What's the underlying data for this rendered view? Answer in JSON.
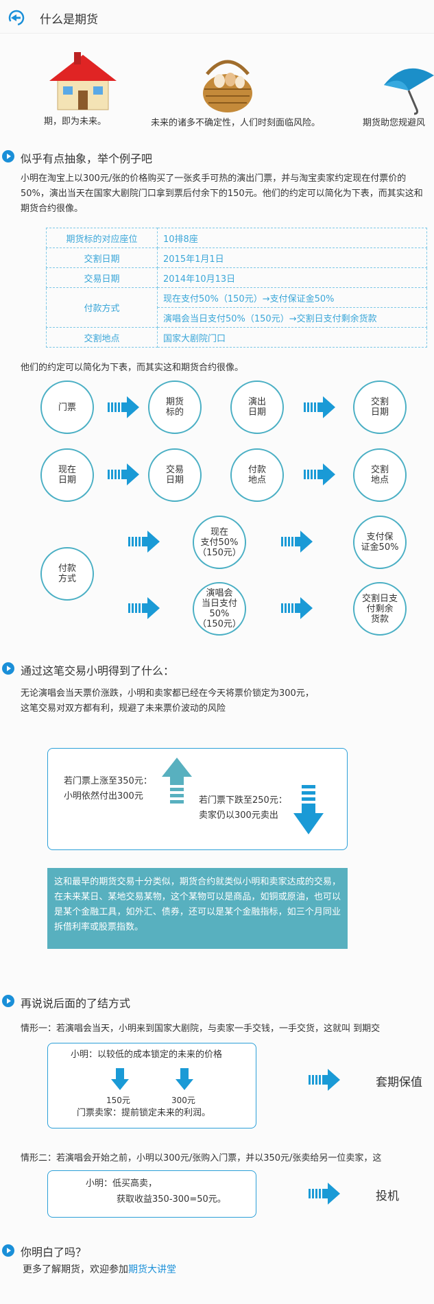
{
  "header": {
    "title": "什么是期货",
    "back_icon": "back-arrow-icon"
  },
  "intro": {
    "items": [
      {
        "icon": "house-icon",
        "caption": "期，即为未来。"
      },
      {
        "icon": "egg-basket-icon",
        "caption": "未来的诸多不确定性，人们时刻面临风险。"
      },
      {
        "icon": "umbrella-icon",
        "caption": "期货助您规避风"
      }
    ]
  },
  "section1": {
    "title": "似乎有点抽象，举个例子吧",
    "para": "小明在淘宝上以300元/张的价格购买了一张炙手可热的演出门票，并与淘宝卖家约定现在付票价的50%，演出当天在国家大剧院门口拿到票后付余下的150元。他们的约定可以简化为下表，而其实这和期货合约很像。",
    "table": {
      "rows": [
        {
          "key": "期货标的对应座位",
          "value": "10排8座"
        },
        {
          "key": "交割日期",
          "value": "2015年1月1日"
        },
        {
          "key": "交易日期",
          "value": "2014年10月13日"
        },
        {
          "key": "付款方式",
          "value": "现在支付50%（150元）→支付保证金50%",
          "value2": "演唱会当日支付50%（150元）→交割日支付剩余货款"
        },
        {
          "key": "交割地点",
          "value": "国家大剧院门口"
        }
      ]
    },
    "para2": "他们的约定可以简化为下表，而其实这和期货合约很像。",
    "diagram": {
      "c1": "门票",
      "c2": "期货\n标的",
      "c3": "演出\n日期",
      "c4": "交割\n日期",
      "c5": "现在\n日期",
      "c6": "交易\n日期",
      "c7": "付款\n地点",
      "c8": "交割\n地点",
      "c9": "付款\n方式",
      "c10": "现在\n支付50%\n（150元）",
      "c11": "支付保\n证金50%",
      "c12": "演唱会\n当日支付\n50%\n（150元）",
      "c13": "交割日支\n付剩余\n货款"
    }
  },
  "section2": {
    "title": "通过这笔交易小明得到了什么：",
    "para_line1": "无论演唱会当天票价涨跌，小明和卖家都已经在今天将票价锁定为300元，",
    "para_line2": "这笔交易对双方都有利，规避了未来票价波动的风险",
    "up_line1": "若门票上涨至350元：",
    "up_line2": "小明依然付出300元",
    "down_line1": "若门票下跌至250元：",
    "down_line2": "卖家仍以300元卖出",
    "note": "这和最早的期货交易十分类似，期货合约就类似小明和卖家达成的交易，在未来某日、某地交易某物，这个某物可以是商品，如铜或原油，也可以是某个金融工具，如外汇、债券，还可以是某个金融指标，如三个月同业拆借利率或股票指数。"
  },
  "section3": {
    "title": "再说说后面的了结方式",
    "case1": "情形一：若演唱会当天，小明来到国家大剧院，与卖家一手交钱，一手交货，这就叫 到期交",
    "box1_line1": "小明：以较低的成本锁定的未来的价格",
    "box1_val1": "150元",
    "box1_val2": "300元",
    "box1_line2": "门票卖家：提前锁定未来的利润。",
    "result1": "套期保值",
    "case2": "情形二：若演唱会开始之前，小明以300元/张购入门票，并以350元/张卖给另一位卖家，这",
    "box2_line1": "小明：低买高卖，",
    "box2_line2": "获取收益350-300=50元。",
    "result2": "投机"
  },
  "section4": {
    "title": "你明白了吗？",
    "prefix": "更多了解期货，欢迎参加",
    "link": "期货大讲堂"
  },
  "colors": {
    "accent": "#2b9fd8",
    "teal": "#58b0bf",
    "table_text": "#3aa6d8"
  }
}
